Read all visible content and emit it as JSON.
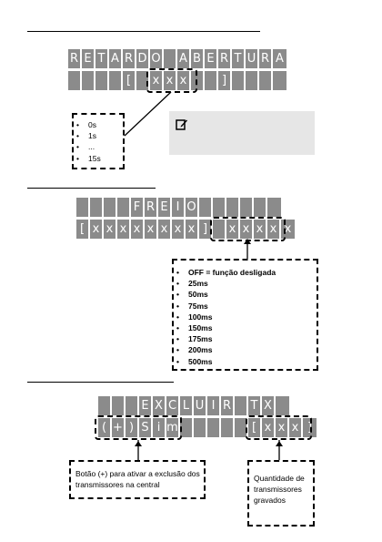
{
  "retardo": {
    "row1": [
      "R",
      "E",
      "T",
      "A",
      "R",
      "D",
      "O",
      "",
      "A",
      "B",
      "E",
      "R",
      "T",
      "U",
      "R",
      "A"
    ],
    "row2": [
      "",
      "",
      "",
      "",
      "[",
      "",
      "x",
      "x",
      "x",
      "",
      "",
      "]",
      "",
      "",
      "",
      ""
    ],
    "options": [
      "0s",
      "1s",
      "...",
      "15s"
    ],
    "note_icon": "edit-note-icon"
  },
  "freio": {
    "row1": [
      "",
      "",
      "",
      "",
      "F",
      "R",
      "E",
      "I",
      "O",
      "",
      "",
      "",
      "",
      "",
      ""
    ],
    "row2": [
      "[",
      "x",
      "x",
      "x",
      "x",
      "x",
      "x",
      "x",
      "x",
      "]",
      "",
      "x",
      "x",
      "x",
      "x",
      "x"
    ],
    "options": [
      "OFF = função desligada",
      "25ms",
      "50ms",
      "75ms",
      "100ms",
      "150ms",
      "175ms",
      "200ms",
      "500ms"
    ]
  },
  "excluir": {
    "row1": [
      "",
      "",
      "",
      "E",
      "X",
      "C",
      "L",
      "U",
      "I",
      "R",
      "",
      "T",
      "X",
      ""
    ],
    "row2": [
      "(",
      "+",
      ")",
      "S",
      "i",
      "m",
      "",
      "",
      "",
      "",
      "",
      "[",
      "x",
      "x",
      "x",
      "]"
    ],
    "callout_left": "Botão (+) para ativar a exclusão dos transmissores na central",
    "callout_right": "Quantidade de transmissores gravados"
  },
  "colors": {
    "lcd": "#8b8b8b",
    "note": "#e6e6e6"
  }
}
